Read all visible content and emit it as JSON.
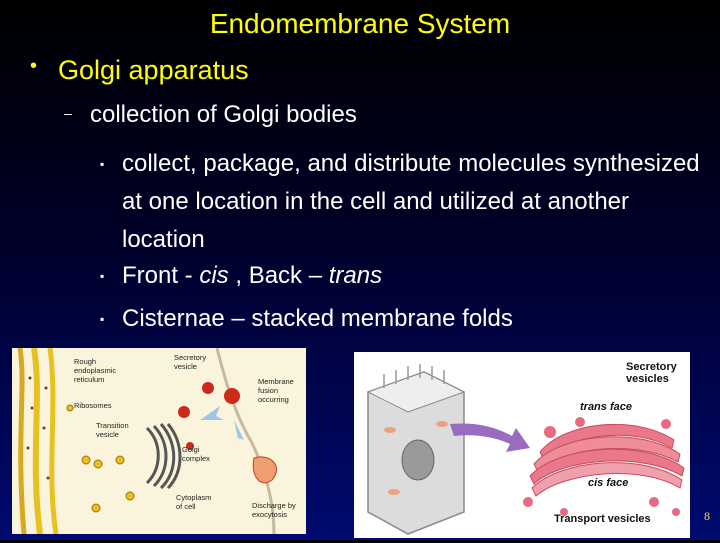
{
  "slide": {
    "title": "Endomembrane System",
    "page_number": "8"
  },
  "bullets": {
    "level1": {
      "marker": "•",
      "text": "Golgi apparatus"
    },
    "level2": {
      "marker": "–",
      "text": "collection of Golgi bodies"
    },
    "level3": [
      {
        "marker": "▪",
        "text": "collect, package, and distribute molecules synthesized at one location in the cell and utilized at another location"
      },
      {
        "marker": "▪",
        "text_parts": [
          "Front - ",
          "cis",
          " , Back – ",
          "trans"
        ]
      },
      {
        "marker": "▪",
        "text": "Cisternae – stacked membrane folds"
      }
    ]
  },
  "figure_left": {
    "labels": {
      "rough_er": [
        "Rough",
        "endoplasmic",
        "reticulum"
      ],
      "ribosomes": "Ribosomes",
      "transition_vesicle": [
        "Transition",
        "vesicle"
      ],
      "secretory_vesicle": [
        "Secretory",
        "vesicle"
      ],
      "membrane_fusion": [
        "Membrane",
        "fusion",
        "occurring"
      ],
      "golgi_complex": [
        "Golgi",
        "complex"
      ],
      "cytoplasm": [
        "Cytoplasm",
        "of cell"
      ],
      "discharge": [
        "Discharge by",
        "exocytosis"
      ]
    }
  },
  "figure_right": {
    "labels": {
      "secretory_vesicles": [
        "Secretory",
        "vesicles"
      ],
      "trans_face": "trans face",
      "cis_face": "cis face",
      "transport_vesicles": "Transport vesicles"
    }
  },
  "colors": {
    "title": "#ffff00",
    "body_text": "#ffffff",
    "golgi_pink": "#e8788a",
    "vesicle_red": "#cc2a1a",
    "er_yellow": "#e8c020"
  }
}
